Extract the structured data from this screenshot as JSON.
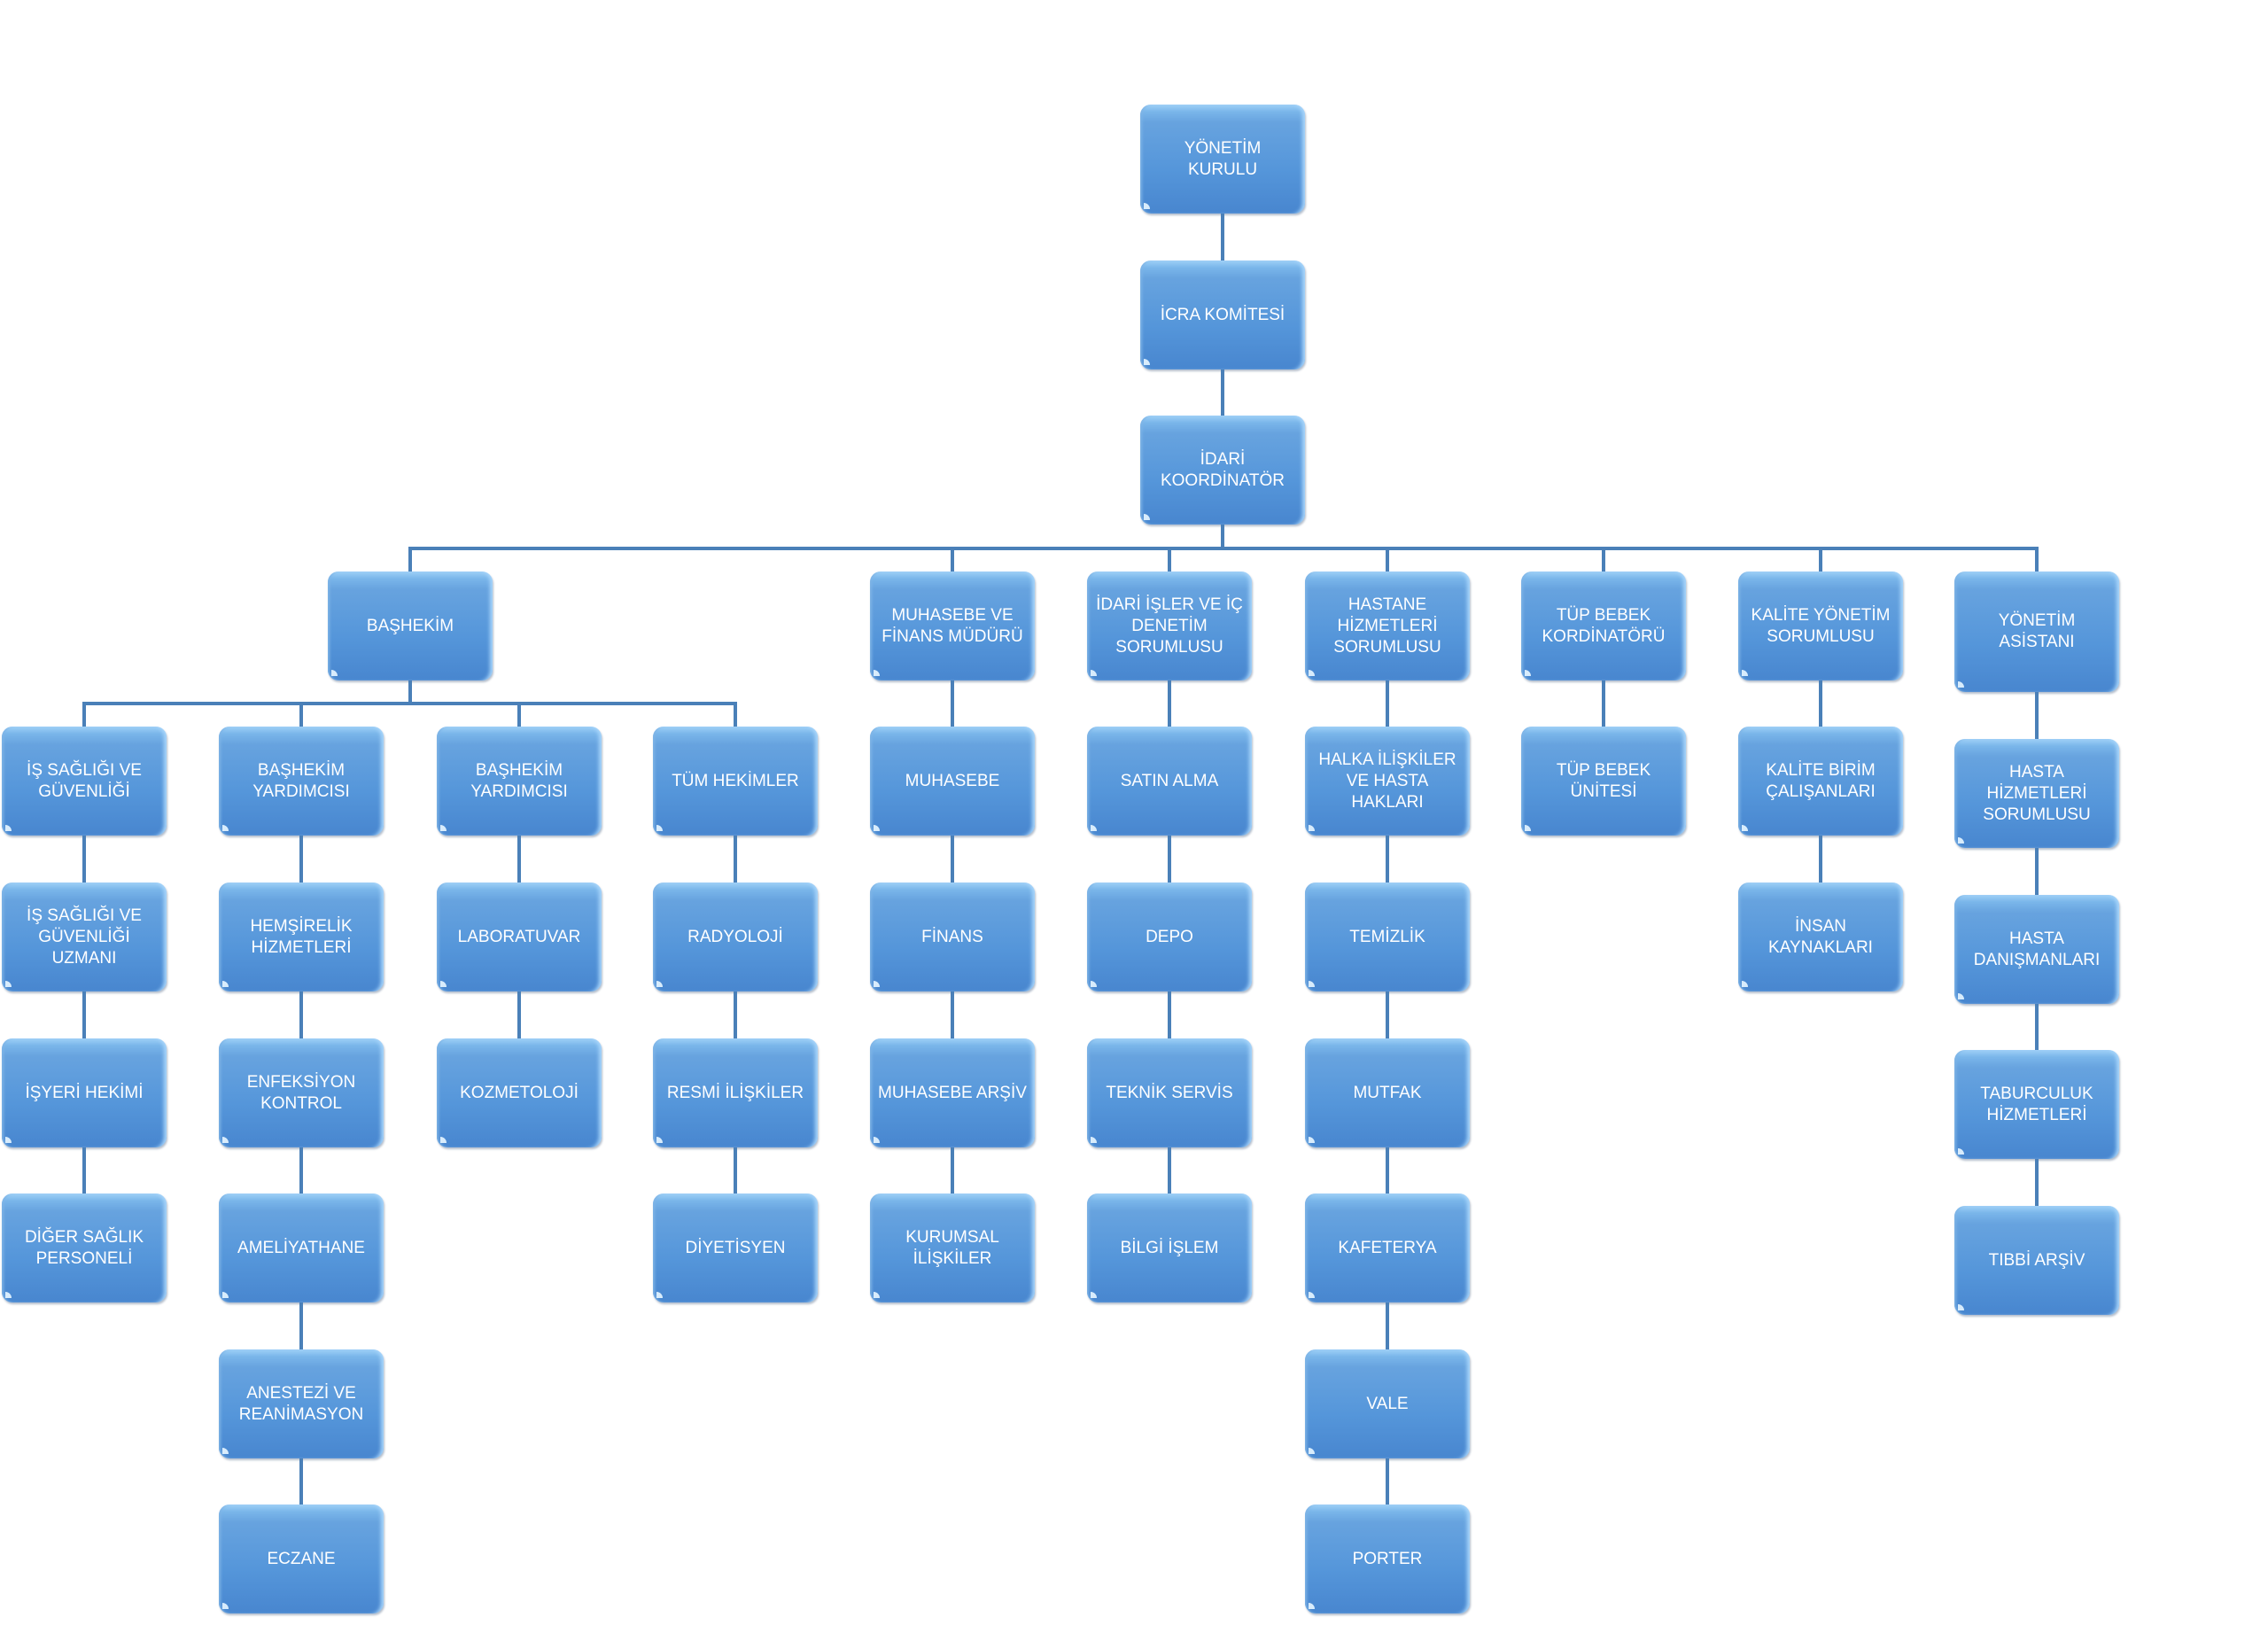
{
  "title": "Organizasyon Şeması",
  "colors": {
    "box": "#5596da",
    "connector": "#4a80b8",
    "text": "#ffffff"
  },
  "chain": [
    "YÖNETİM\nKURULU",
    "İCRA KOMİTESİ",
    "İDARİ\nKOORDİNATÖR"
  ],
  "departments": [
    {
      "label": "BAŞHEKİM",
      "children": [],
      "branches": [
        [
          "İŞ SAĞLIĞI VE\nGÜVENLİĞİ",
          "İŞ SAĞLIĞI VE\nGÜVENLİĞİ\nUZMANI",
          "İŞYERİ HEKİMİ",
          "DİĞER SAĞLIK\nPERSONELİ"
        ],
        [
          "BAŞHEKİM\nYARDIMCISI",
          "HEMŞİRELİK\nHİZMETLERİ",
          "ENFEKSİYON\nKONTROL",
          "AMELİYATHANE",
          "ANESTEZİ VE\nREANİMASYON",
          "ECZANE"
        ],
        [
          "BAŞHEKİM\nYARDIMCISI",
          "LABORATUVAR",
          "KOZMETOLOJİ"
        ],
        [
          "TÜM HEKİMLER",
          "RADYOLOJİ",
          "RESMİ İLİŞKİLER",
          "DİYETİSYEN"
        ]
      ]
    },
    {
      "label": "MUHASEBE VE\nFİNANS MÜDÜRÜ",
      "children": [
        "MUHASEBE",
        "FİNANS",
        "MUHASEBE ARŞİV",
        "KURUMSAL\nİLİŞKİLER"
      ]
    },
    {
      "label": "İDARİ İŞLER VE İÇ\nDENETİM\nSORUMLUSU",
      "children": [
        "SATIN ALMA",
        "DEPO",
        "TEKNİK SERVİS",
        "BİLGİ İŞLEM"
      ]
    },
    {
      "label": "HASTANE\nHİZMETLERİ\nSORUMLUSU",
      "children": [
        "HALKA İLİŞKİLER\nVE HASTA\nHAKLARI",
        "TEMİZLİK",
        "MUTFAK",
        "KAFETERYA",
        "VALE",
        "PORTER"
      ]
    },
    {
      "label": "TÜP BEBEK\nKORDİNATÖRÜ",
      "children": [
        "TÜP BEBEK\nÜNİTESİ"
      ]
    },
    {
      "label": "KALİTE YÖNETİM\nSORUMLUSU",
      "children": [
        "KALİTE BİRİM\nÇALIŞANLARI",
        "İNSAN\nKAYNAKLARI"
      ]
    },
    {
      "label": "YÖNETİM\nASİSTANI",
      "children": [
        "HASTA\nHİZMETLERİ\nSORUMLUSU",
        "HASTA\nDANIŞMANLARI",
        "TABURCULUK\nHİZMETLERİ",
        "TIBBİ ARŞİV"
      ]
    }
  ]
}
